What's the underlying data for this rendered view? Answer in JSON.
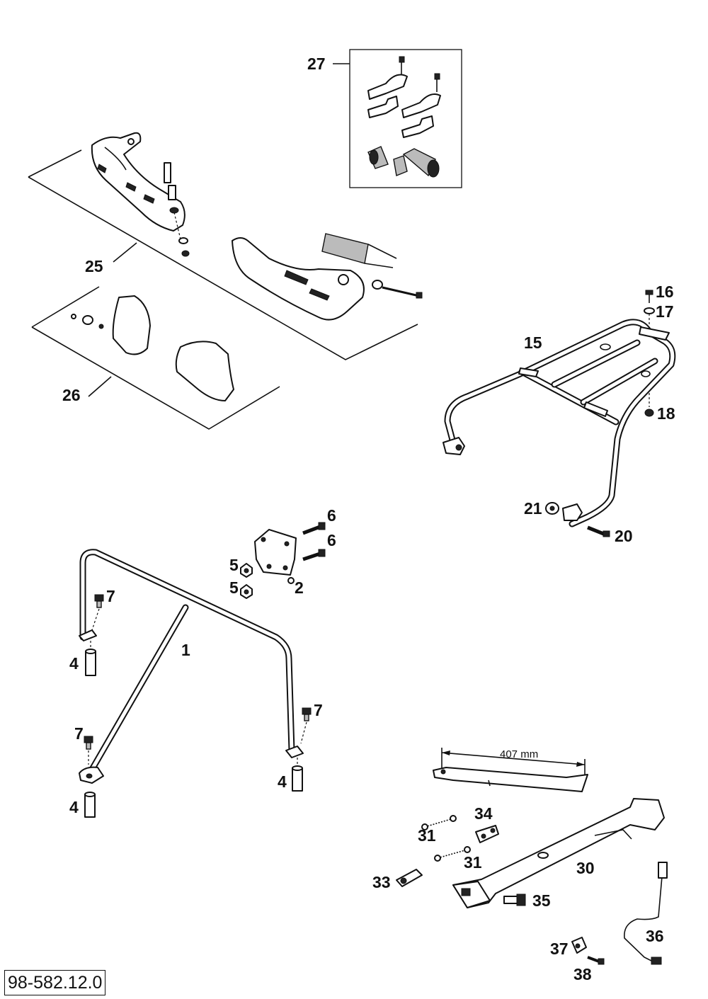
{
  "reference_code": "98-582.12.0",
  "dimension_label": "407 mm",
  "callouts": {
    "c27": "27",
    "c25": "25",
    "c26": "26",
    "c16": "16",
    "c17": "17",
    "c15": "15",
    "c18": "18",
    "c21": "21",
    "c20": "20",
    "c6a": "6",
    "c6b": "6",
    "c5a": "5",
    "c5b": "5",
    "c2": "2",
    "c7a": "7",
    "c1": "1",
    "c4a": "4",
    "c7b": "7",
    "c7c": "7",
    "c4b": "4",
    "c4c": "4",
    "c34": "34",
    "c31a": "31",
    "c31b": "31",
    "c30": "30",
    "c33": "33",
    "c35": "35",
    "c36": "36",
    "c37": "37",
    "c38": "38"
  }
}
